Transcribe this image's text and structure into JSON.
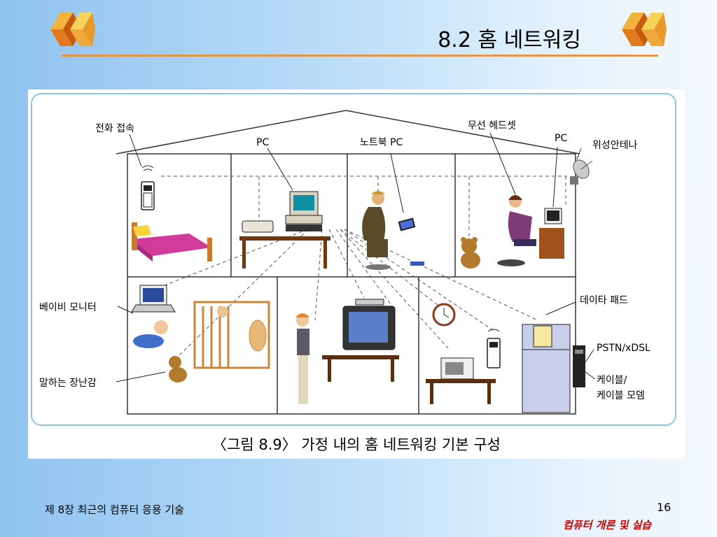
{
  "slide": {
    "title": "8.2 홈 네트워킹",
    "footer_left": "제 8장 최근의 컴퓨터 응용 기술",
    "page_number": "16",
    "footer_right": "컴퓨터 개론 및 실습"
  },
  "figure": {
    "caption": "〈그림 8.9〉 가정 내의 홈 네트워킹 기본 구성",
    "labels": {
      "phone_access": "전화 접속",
      "pc_1": "PC",
      "notebook_pc": "노트북 PC",
      "wireless_headset": "무선 헤드셋",
      "pc_2": "PC",
      "satellite_antenna": "위성안테나",
      "baby_monitor": "베이비 모니터",
      "talking_toy": "말하는 장난감",
      "data_pad": "데이타 패드",
      "pstn_xdsl": "PSTN/xDSL",
      "cable_1": "케이블/",
      "cable_2": "케이블 모뎀"
    }
  },
  "colors": {
    "accent_line": "#e3954a",
    "footer_red": "#cc0000",
    "frame_blue": "#8ec4ea"
  }
}
